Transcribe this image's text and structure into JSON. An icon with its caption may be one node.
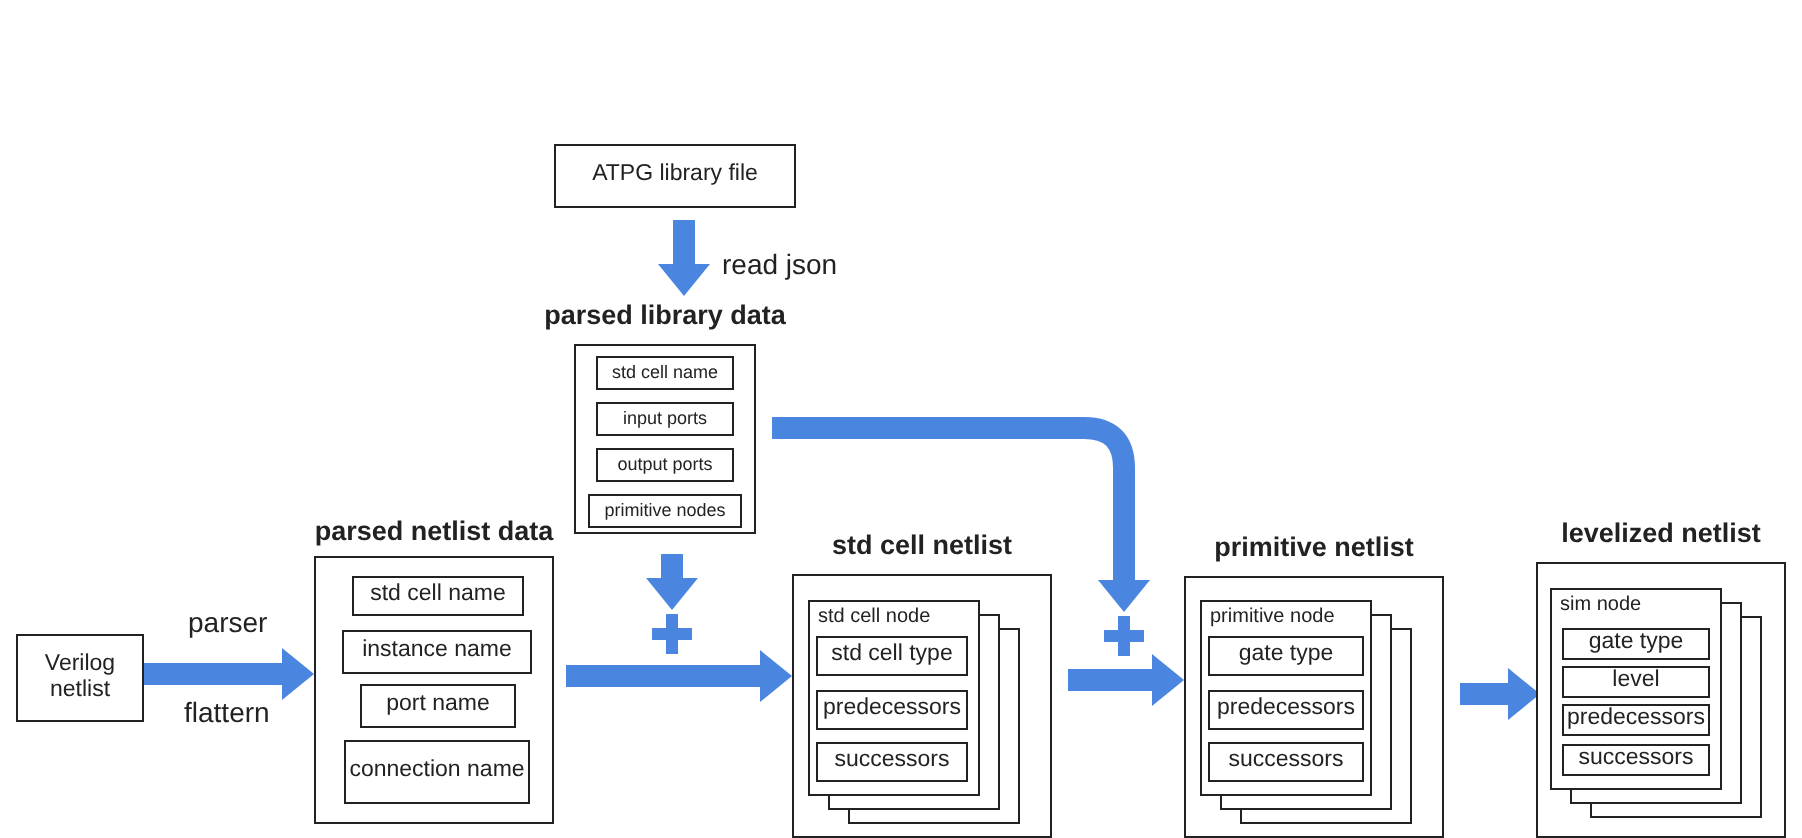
{
  "diagram": {
    "nodes": [
      {
        "text": [
          "Verilog netlist"
        ]
      },
      {
        "text": [
          "parsed netlist data"
        ]
      },
      {
        "text": [
          "std cell name"
        ],
        "in": 1
      },
      {
        "text": [
          "instance name"
        ],
        "in": 1
      },
      {
        "text": [
          "port name"
        ],
        "in": 1
      },
      {
        "text": [
          "connection name"
        ],
        "in": 1
      },
      {
        "text": [
          "ATPG library file"
        ]
      },
      {
        "text": [
          "parsed library data"
        ]
      },
      {
        "text": [
          "std cell name"
        ],
        "in": 7
      },
      {
        "text": [
          "input ports"
        ],
        "in": 7
      },
      {
        "text": [
          "output ports"
        ],
        "in": 7
      },
      {
        "text": [
          "primitive nodes"
        ],
        "in": 7
      },
      {
        "text": [
          "std cell netlist"
        ]
      },
      {
        "text": [
          "std cell node"
        ],
        "in": 12
      },
      {
        "text": [
          "std cell type"
        ],
        "in": 13
      },
      {
        "text": [
          "predecessors"
        ],
        "in": 13
      },
      {
        "text": [
          "successors"
        ],
        "in": 13
      },
      {
        "text": [
          "primitive netlist"
        ]
      },
      {
        "text": [
          "primitive node"
        ],
        "in": 17
      },
      {
        "text": [
          "gate type"
        ],
        "in": 18
      },
      {
        "text": [
          "predecessors"
        ],
        "in": 18
      },
      {
        "text": [
          "successors"
        ],
        "in": 18
      },
      {
        "text": [
          "levelized netlist"
        ]
      },
      {
        "text": [
          "sim node"
        ],
        "in": 22
      },
      {
        "text": [
          "gate type"
        ],
        "in": 23
      },
      {
        "text": [
          "level"
        ],
        "in": 23
      },
      {
        "text": [
          "predecessors"
        ],
        "in": 23
      },
      {
        "text": [
          "successors"
        ],
        "in": 23
      },
      {
        "text": [],
        "shape": "plus"
      },
      {
        "text": [],
        "shape": "plus"
      }
    ],
    "edges": [
      {
        "from": 0,
        "to": 1,
        "arrow": "to",
        "label": "parser"
      },
      {
        "from": 6,
        "to": 7,
        "arrow": "to",
        "label": "read json"
      },
      {
        "from": 1,
        "to": 12,
        "arrow": "to"
      },
      {
        "from": 7,
        "to": 28,
        "arrow": "to"
      },
      {
        "from": 12,
        "to": 17,
        "arrow": "to"
      },
      {
        "from": 7,
        "to": 29,
        "arrow": "to"
      },
      {
        "from": 17,
        "to": 22,
        "arrow": "to"
      }
    ],
    "labels": [
      "flattern"
    ]
  }
}
